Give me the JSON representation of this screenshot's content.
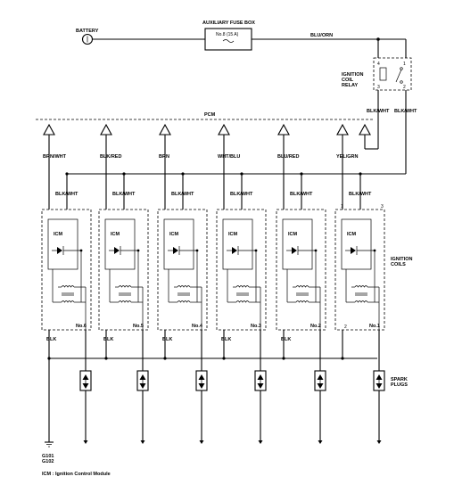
{
  "battery": {
    "label": "BATTERY"
  },
  "fuse_box": {
    "title": "AUXILIARY FUSE BOX",
    "fuse": "No.8 (15 A)"
  },
  "wires": {
    "blu_orn": "BLU/ORN",
    "relay_blk_wht": "BLK/WHT",
    "relay_blk_wht_2": "BLK/WHT",
    "pcm": "PCM"
  },
  "relay": {
    "title_lines": [
      "IGNITION",
      "COIL",
      "RELAY"
    ],
    "pins": [
      "4",
      "1",
      "3",
      "2"
    ]
  },
  "pcm_wires": [
    "BRN/WHT",
    "BLK/RED",
    "BRN",
    "WHT/BLU",
    "BLU/RED",
    "YEL/GRN"
  ],
  "coils": [
    {
      "number": "No.6",
      "feed": "BLK/WHT",
      "ground": "BLK",
      "module": "ICM"
    },
    {
      "number": "No.5",
      "feed": "BLK/WHT",
      "ground": "BLK",
      "module": "ICM"
    },
    {
      "number": "No.4",
      "feed": "BLK/WHT",
      "ground": "BLK",
      "module": "ICM"
    },
    {
      "number": "No.3",
      "feed": "BLK/WHT",
      "ground": "BLK",
      "module": "ICM"
    },
    {
      "number": "No.2",
      "feed": "BLK/WHT",
      "ground": "BLK",
      "module": "ICM"
    },
    {
      "number": "No.1",
      "feed": "BLK/WHT",
      "ground": "",
      "module": "ICM"
    }
  ],
  "coil1_pins": {
    "left_top": "1",
    "right_top": "3",
    "bottom": "2"
  },
  "labels": {
    "ignition_coils": [
      "IGNITION",
      "COILS"
    ],
    "spark_plugs": [
      "SPARK",
      "PLUGS"
    ],
    "grounds": [
      "G101",
      "G102"
    ],
    "legend": "ICM : Ignition Control Module"
  }
}
